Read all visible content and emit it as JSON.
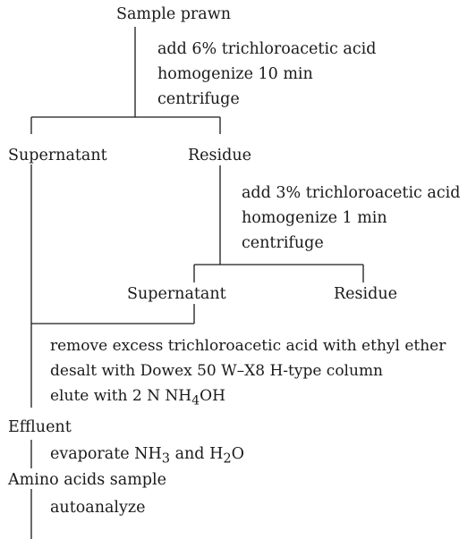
{
  "diagram": {
    "start": "Sample prawn",
    "step1": {
      "ops": [
        "add 6% trichloroacetic acid",
        "homogenize 10 min",
        "centrifuge"
      ],
      "outputs": {
        "left": "Supernatant",
        "right": "Residue"
      }
    },
    "step2": {
      "ops": [
        "add 3% trichloroacetic acid",
        "homogenize 1 min",
        "centrifuge"
      ],
      "outputs": {
        "left": "Supernatant",
        "right": "Residue"
      }
    },
    "step3": {
      "ops": [
        {
          "text": "remove excess trichloroacetic acid with ethyl ether"
        },
        {
          "text": "desalt with Dowex 50 W–X8 H-type column"
        },
        {
          "text": "elute with 2 N NH",
          "sub": "4",
          "tail": "OH"
        }
      ]
    },
    "effluent": "Effluent",
    "step4": {
      "prefix": "evaporate NH",
      "sub1": "3",
      "mid": " and H",
      "sub2": "2",
      "suffix": "O"
    },
    "amino": "Amino acids sample",
    "step5": "autoanalyze"
  }
}
